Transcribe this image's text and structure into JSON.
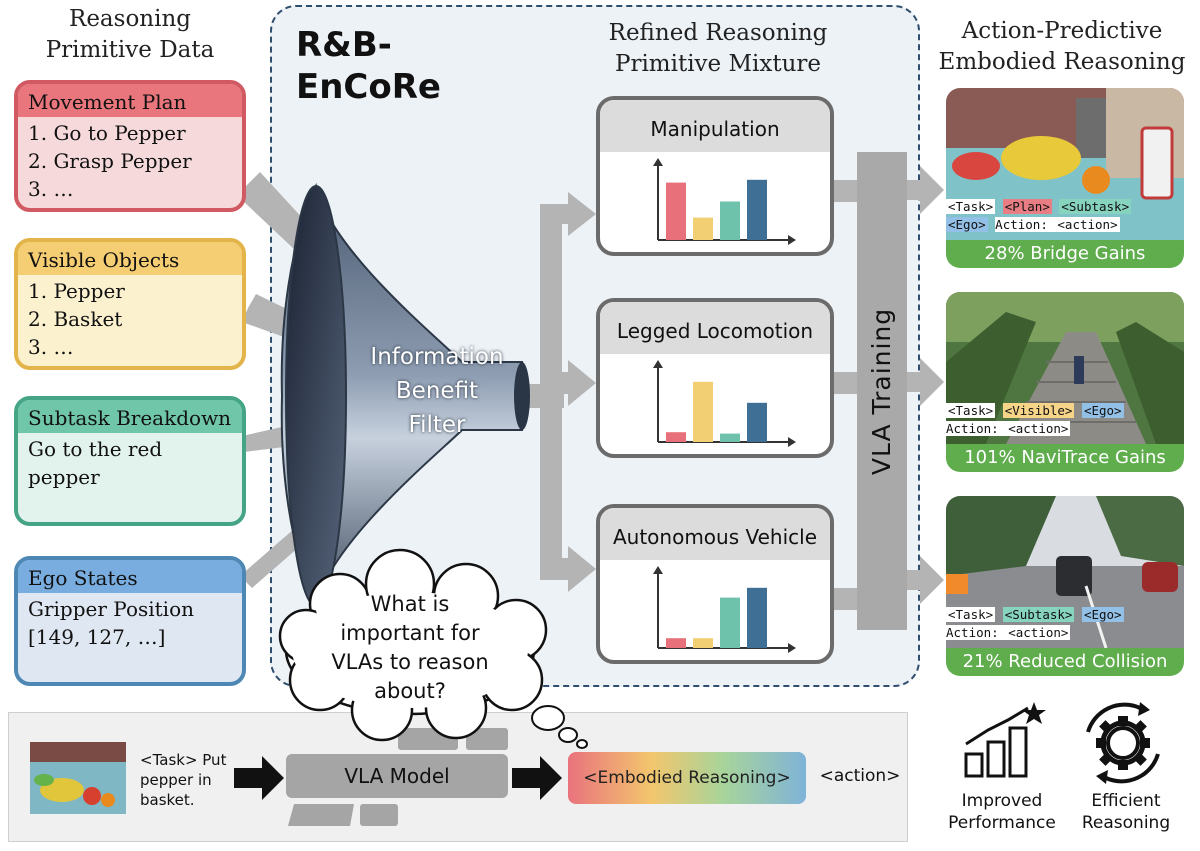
{
  "titles": {
    "col1": [
      "Reasoning",
      "Primitive Data"
    ],
    "encore": [
      "R&B-",
      "EnCoRe"
    ],
    "col3": [
      "Refined Reasoning",
      "Primitive Mixture"
    ],
    "col4": [
      "Action-Predictive",
      "Embodied Reasoning"
    ]
  },
  "primitives": [
    {
      "header": "Movement Plan",
      "lines": [
        "1. Go to Pepper",
        "2. Grasp Pepper",
        "3. …"
      ],
      "border": "#d15a62",
      "header_bg": "#e8767c",
      "body_bg": "#f6dadb"
    },
    {
      "header": "Visible Objects",
      "lines": [
        "1. Pepper",
        "2. Basket",
        "3. …"
      ],
      "border": "#e3b44a",
      "header_bg": "#f5cd73",
      "body_bg": "#fbf1cf"
    },
    {
      "header": "Subtask Breakdown",
      "lines": [
        "Go to  the red",
        "pepper"
      ],
      "border": "#45a386",
      "header_bg": "#6fc6a9",
      "body_bg": "#e2f3ee"
    },
    {
      "header": "Ego States",
      "lines": [
        "Gripper Position",
        "[149, 127, …]"
      ],
      "border": "#4d88b5",
      "header_bg": "#79ade0",
      "body_bg": "#dfe7f2"
    }
  ],
  "filter": {
    "lines": [
      "Information",
      "Benefit",
      "Filter"
    ]
  },
  "domains": [
    {
      "label": "Manipulation",
      "bars": [
        0.82,
        0.32,
        0.55,
        0.86
      ],
      "colors": [
        "#e8707a",
        "#f2cf72",
        "#6ec2ac",
        "#3f6f95"
      ]
    },
    {
      "label": "Legged Locomotion",
      "bars": [
        0.14,
        0.86,
        0.12,
        0.56
      ],
      "colors": [
        "#e8707a",
        "#f2cf72",
        "#6ec2ac",
        "#3f6f95"
      ]
    },
    {
      "label": "Autonomous Vehicle",
      "bars": [
        0.14,
        0.14,
        0.72,
        0.86
      ],
      "colors": [
        "#e8707a",
        "#f2cf72",
        "#6ec2ac",
        "#3f6f95"
      ]
    }
  ],
  "vla_training": "VLA Training",
  "results": [
    {
      "rows": [
        [
          [
            "<Task>",
            "tag"
          ],
          [
            "<Plan>",
            "plan"
          ],
          [
            "<Subtask>",
            "sub"
          ]
        ],
        [
          [
            "<Ego>",
            "ego"
          ],
          [
            " Action: ",
            "plain"
          ],
          [
            "<action>",
            "tag"
          ]
        ]
      ],
      "gain": "28% Bridge Gains"
    },
    {
      "rows": [
        [
          [
            "<Task>",
            "tag"
          ],
          [
            "<Visible>",
            "vis"
          ],
          [
            "<Ego>",
            "ego"
          ]
        ],
        [
          [
            "Action: ",
            "plain"
          ],
          [
            "<action>",
            "tag"
          ]
        ]
      ],
      "gain": "101% NaviTrace Gains"
    },
    {
      "rows": [
        [
          [
            "<Task>",
            "tag"
          ],
          [
            "<Subtask>",
            "sub"
          ],
          [
            "<Ego>",
            "ego"
          ]
        ],
        [
          [
            "Action: ",
            "plain"
          ],
          [
            "<action>",
            "tag"
          ]
        ]
      ],
      "gain": "21% Reduced Collision"
    }
  ],
  "thought": [
    "What is",
    "important for",
    "VLAs to reason",
    "about?"
  ],
  "bottom": {
    "task_lines": [
      "<Task> Put",
      "pepper in",
      "basket."
    ],
    "model": "VLA Model",
    "reasoning": "<Embodied Reasoning>",
    "action": "<action>"
  },
  "benefits": [
    {
      "lines": [
        "Improved",
        "Performance"
      ],
      "icon": "bar-growth-star-icon"
    },
    {
      "lines": [
        "Efficient",
        "Reasoning"
      ],
      "icon": "gear-cycle-icon"
    }
  ]
}
